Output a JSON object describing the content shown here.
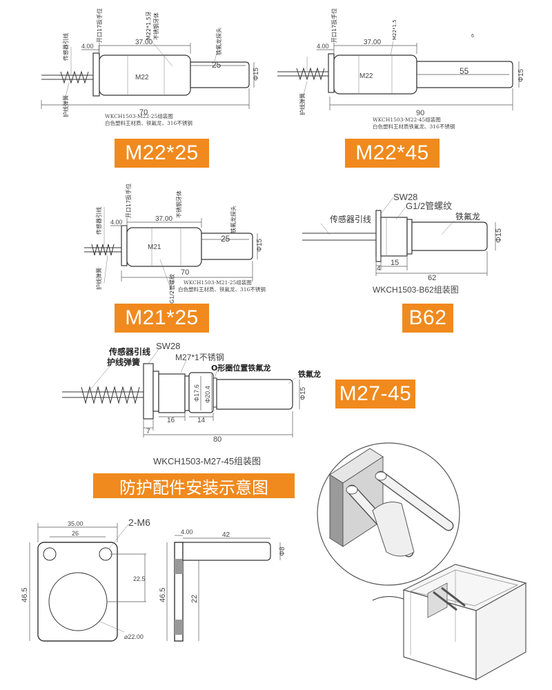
{
  "banners": {
    "m22_25": "M22*25",
    "m22_45": "M22*45",
    "m21_25": "M21*25",
    "b62": "B62",
    "m27_45": "M27-45",
    "install": "防护配件安装示意图"
  },
  "d1": {
    "dim_4": "4.00",
    "dim_37": "37.00",
    "dim_25": "25",
    "dim_15": "Φ15",
    "dim_70": "70",
    "body_label": "M22",
    "lbl_wire": "传感器引线",
    "lbl_spring": "护线弹簧",
    "lbl_wrench": "开口17扳手位",
    "lbl_thread": "M22*1.5牙",
    "lbl_thread2": "不锈钢牙体",
    "lbl_probe": "铁氟龙探头",
    "caption1": "WKCH1503-M22-25组装图",
    "caption2": "白色塑料王材质、铁氟龙、316不锈钢"
  },
  "d2": {
    "dim_4": "4.00",
    "dim_37": "37.00",
    "dim_55": "55",
    "dim_15": "Φ15",
    "dim_90": "90",
    "body_label": "M22",
    "lbl_thread": "M22*1.5",
    "lbl_wrench": "开口17扳手位",
    "lbl_spring": "护线弹簧",
    "page_mark": "6",
    "caption1": "WKCH1503-M22-45组装图",
    "caption2": "白色塑料王材质铁氟龙、316不锈钢"
  },
  "d3": {
    "dim_4": "4.00",
    "dim_37": "37.00",
    "dim_25": "25",
    "dim_15": "Φ15",
    "dim_70": "70",
    "body_label": "M21",
    "lbl_wire": "传感器引线",
    "lbl_spring": "护线弹簧",
    "lbl_wrench": "开口17扳手位",
    "lbl_steel": "不锈钢牙体",
    "lbl_probe": "铁氟龙探头",
    "lbl_thread": "G1/2管螺纹",
    "caption1": "WKCH1503-M21-25组装图",
    "caption2": "白色塑料王材质、铁氟龙、316不锈钢"
  },
  "d4": {
    "lbl_sw": "SW28",
    "lbl_thread": "G1/2管螺纹",
    "lbl_wire": "传感器引线",
    "lbl_ptfe": "铁氟龙",
    "dim_15": "Φ15",
    "dim_4": "4",
    "dim_15b": "15",
    "dim_62": "62",
    "caption": "WKCH1503-B62组装图"
  },
  "d5": {
    "lbl_wire": "传感器引线",
    "lbl_spring": "护线弹簧",
    "lbl_sw": "SW28",
    "lbl_thread": "M27*1不锈钢",
    "lbl_oring": "O形圈位置铁氟龙",
    "lbl_ptfe": "铁氟龙",
    "dim_176": "Φ17.6",
    "dim_204": "Φ20.4",
    "dim_15": "Φ15",
    "dim_16": "16",
    "dim_14": "14",
    "dim_7": "7",
    "dim_80": "80",
    "caption": "WKCH1503-M27-45组装图"
  },
  "d6": {
    "dim_35": "35.00",
    "dim_26": "26",
    "lbl_holes": "2-M6",
    "dim_225": "22.5",
    "dim_465": "46.5",
    "dim_dia22": "⌀22.00",
    "dim_4": "4.00",
    "dim_42": "42",
    "dim_8": "Φ8",
    "dim_465b": "46.5",
    "dim_22": "22"
  }
}
